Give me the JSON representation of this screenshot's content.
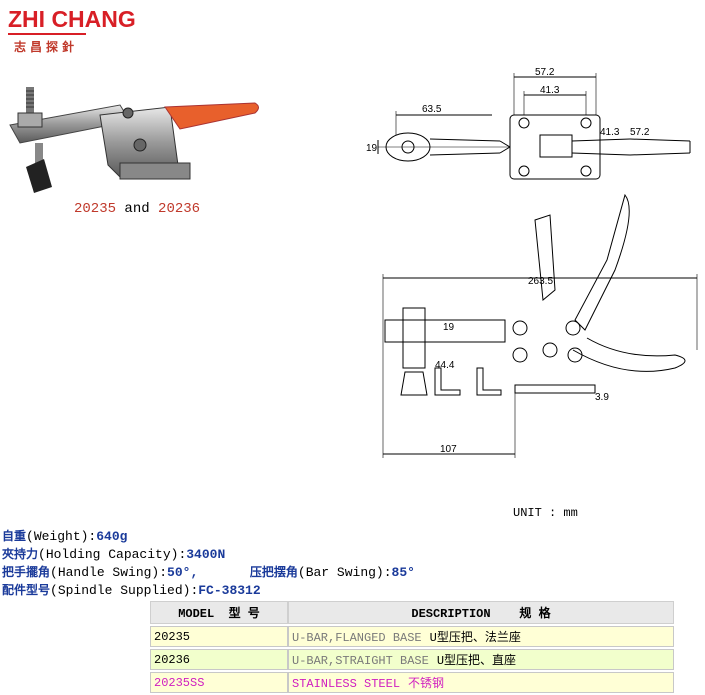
{
  "logo": {
    "brand": "ZHI CHANG",
    "subtitle": "志昌探針"
  },
  "caption": {
    "model_a": "20235",
    "and": "and",
    "model_b": "20236"
  },
  "dims": {
    "top": [
      "57.2",
      "41.3",
      "63.5",
      "19",
      "41.3",
      "57.2"
    ],
    "side": [
      "263.5",
      "19",
      "44.4",
      "3.9",
      "107"
    ]
  },
  "unit": "UNIT : mm",
  "specs": {
    "weight": {
      "cn": "自重",
      "en": "(Weight):",
      "val": "640g"
    },
    "holding": {
      "cn": "夾持力",
      "en": "(Holding Capacity):",
      "val": "3400N"
    },
    "handle": {
      "cn": "把手擺角",
      "en": "(Handle Swing):",
      "val": "50°,"
    },
    "bar": {
      "cn": "压把摆角",
      "en": "(Bar Swing):",
      "val": "85°"
    },
    "spindle": {
      "cn": "配件型号",
      "en": "(Spindle Supplied):",
      "val": "FC-38312"
    }
  },
  "table": {
    "headers": {
      "model": "MODEL",
      "model_cn": "型 号",
      "desc": "DESCRIPTION",
      "desc_cn": "规 格"
    },
    "rows": [
      {
        "model": "20235",
        "desc": "U-BAR,FLANGED BASE",
        "desc_cn": "U型压把、法兰座"
      },
      {
        "model": "20236",
        "desc": "U-BAR,STRAIGHT BASE",
        "desc_cn": "U型压把、直座"
      },
      {
        "model": "20235SS",
        "desc": "STAINLESS STEEL",
        "desc_cn": "不锈钢"
      }
    ]
  },
  "colors": {
    "brand": "#d81f26",
    "value_blue": "#1a3a9a",
    "handle_orange": "#e8602c",
    "stainless": "#d020c0"
  }
}
